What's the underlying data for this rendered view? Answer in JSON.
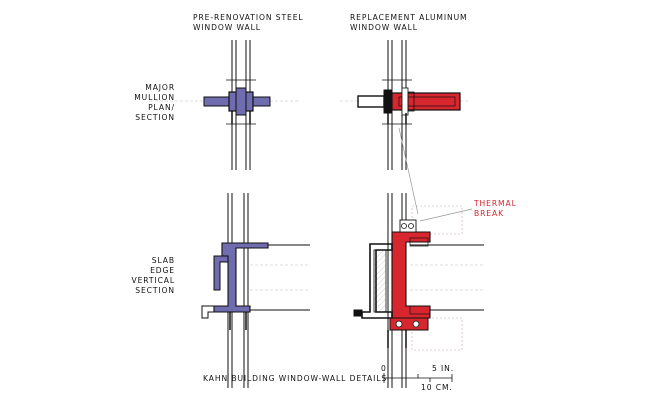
{
  "columns": {
    "left": [
      "PRE-RENOVATION STEEL",
      "WINDOW WALL"
    ],
    "right": [
      "REPLACEMENT ALUMINUM",
      "WINDOW WALL"
    ]
  },
  "rows": {
    "top": [
      "MAJOR",
      "MULLION",
      "PLAN/",
      "SECTION"
    ],
    "bottom": [
      "SLAB",
      "EDGE",
      "VERTICAL",
      "SECTION"
    ]
  },
  "callout": [
    "THERMAL",
    "BREAK"
  ],
  "caption": "KAHN BUILDING WINDOW-WALL DETAILS",
  "scale": {
    "zero": "0",
    "inches": "5 IN.",
    "cm": "10 CM."
  },
  "colors": {
    "steel": "#6f6cb0",
    "aluminum": "#d8262f",
    "line": "#111111"
  }
}
